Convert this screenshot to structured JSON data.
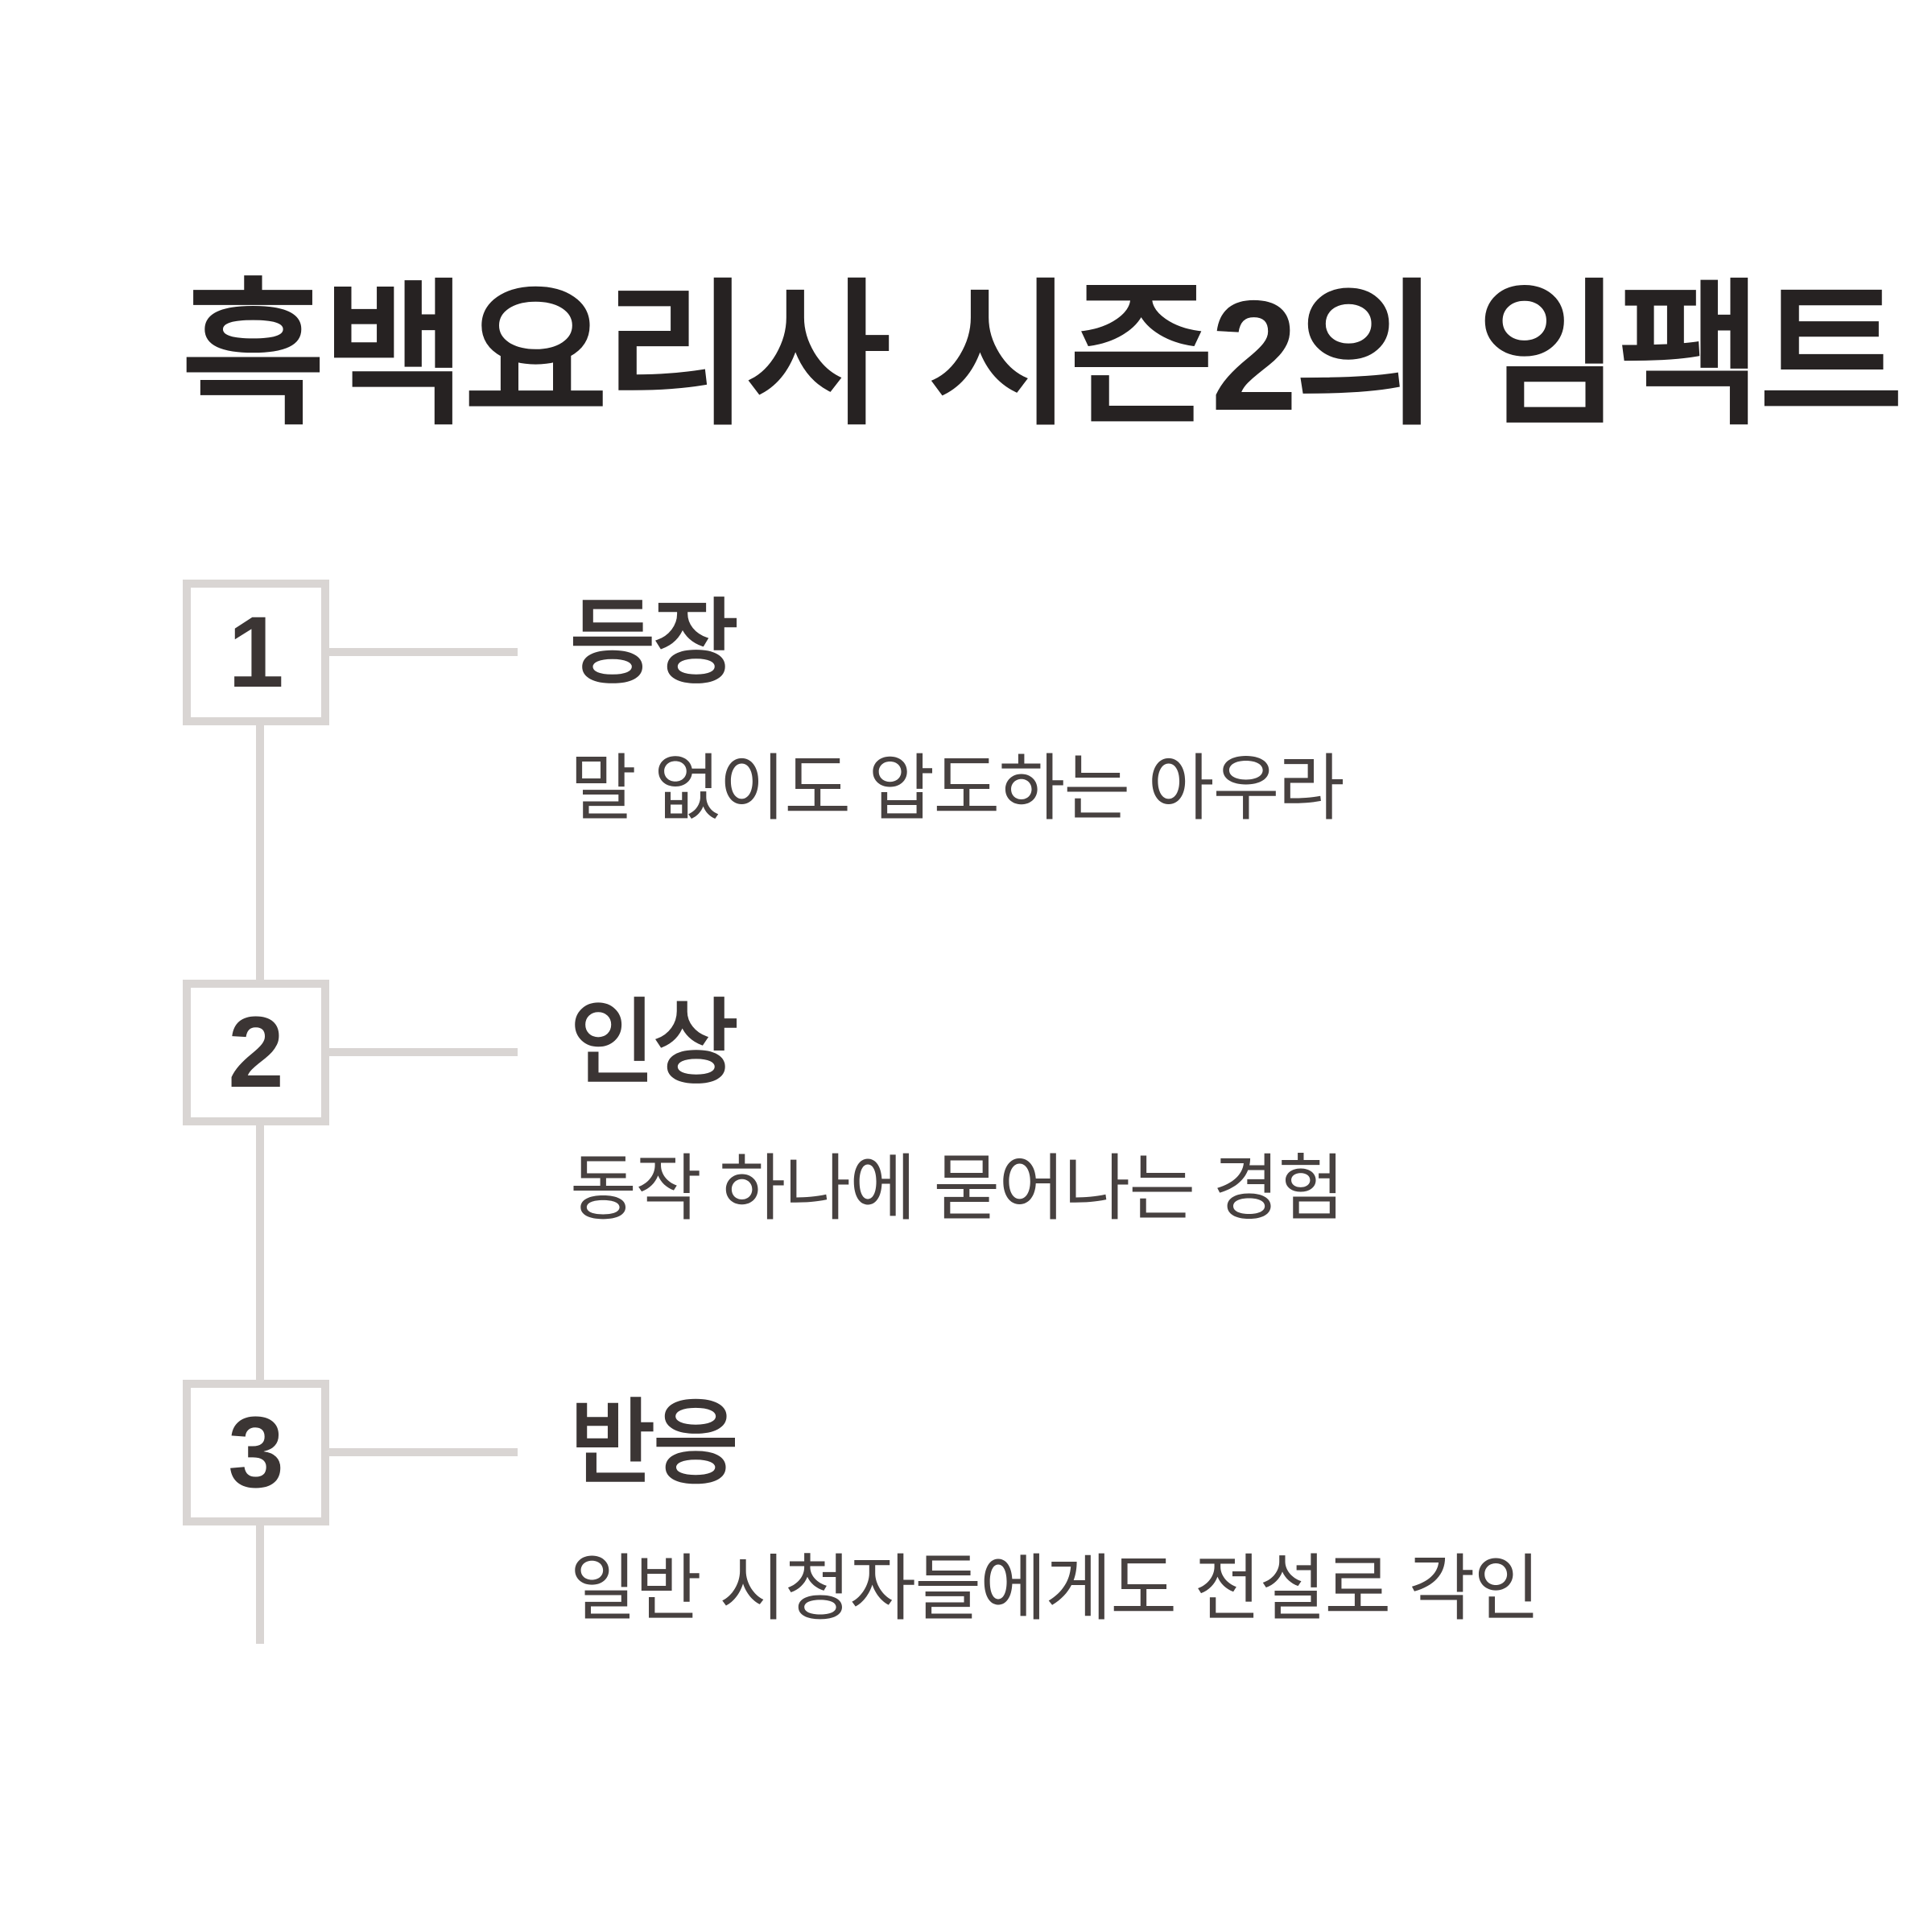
{
  "page": {
    "title": "흑백요리사 시즌2의 임팩트",
    "background": "#ffffff"
  },
  "colors": {
    "title": "#262222",
    "heading": "#3b3534",
    "body": "#474140",
    "number": "#3b3534",
    "line": "#d9d5d3"
  },
  "timeline": {
    "items": [
      {
        "number": "1",
        "heading": "등장",
        "description": "말 없이도 압도하는 아우라"
      },
      {
        "number": "2",
        "heading": "인상",
        "description": "동작 하나에 묻어나는 경험"
      },
      {
        "number": "3",
        "heading": "반응",
        "description": "일반 시청자들에게도 전설로 각인"
      }
    ]
  }
}
